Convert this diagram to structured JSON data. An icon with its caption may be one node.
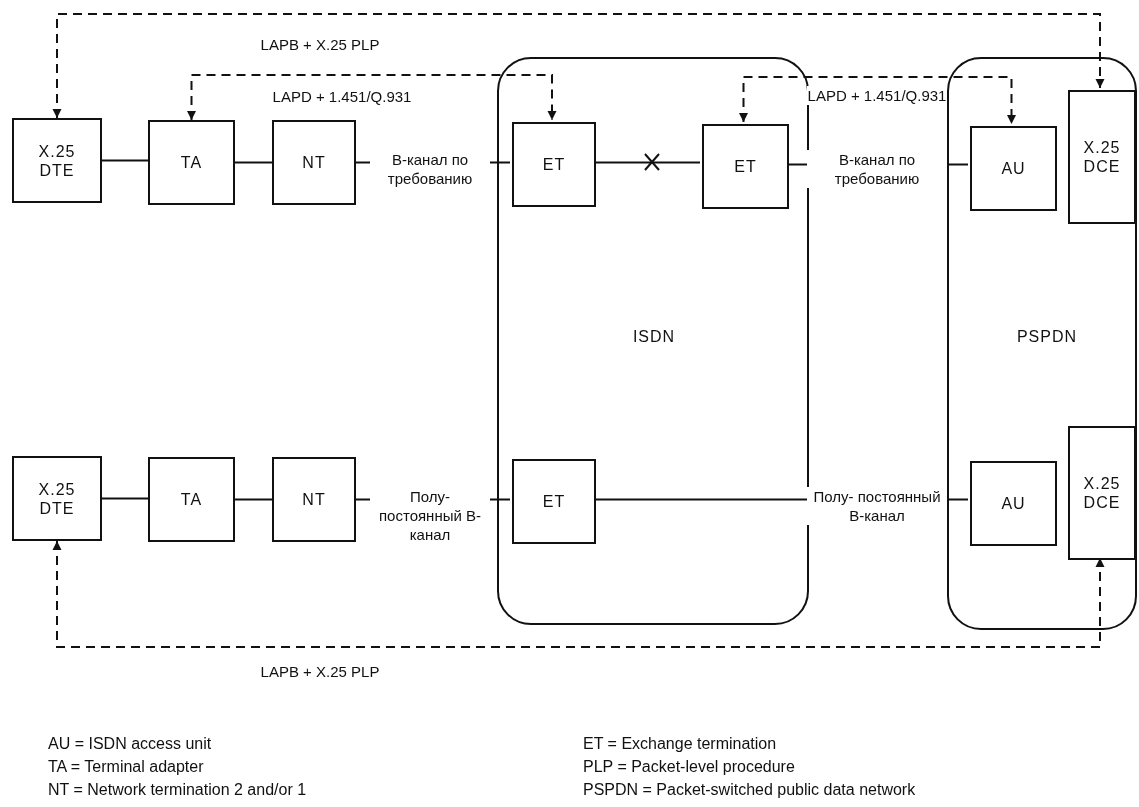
{
  "diagram": {
    "nodes": [
      {
        "text": [
          "ISDN"
        ]
      },
      {
        "text": [
          "PSPDN"
        ]
      },
      {
        "text": [
          "X.25 DTE"
        ]
      },
      {
        "text": [
          "TA"
        ]
      },
      {
        "text": [
          "NT"
        ]
      },
      {
        "text": [
          "ET"
        ],
        "in": 0
      },
      {
        "text": [
          "ET"
        ],
        "in": 0
      },
      {
        "text": [
          "AU"
        ],
        "in": 1
      },
      {
        "text": [
          "X.25 DCE"
        ],
        "in": 1
      },
      {
        "text": [
          "X.25 DTE"
        ]
      },
      {
        "text": [
          "TA"
        ]
      },
      {
        "text": [
          "NT"
        ]
      },
      {
        "text": [
          "ET"
        ],
        "in": 0
      },
      {
        "text": [
          "AU"
        ],
        "in": 1
      },
      {
        "text": [
          "X.25 DCE"
        ],
        "in": 1
      }
    ],
    "edges": [
      {
        "from": 2,
        "to": 8,
        "arrow": "both",
        "style": "dashed",
        "label": "LAPB + X.25 PLP"
      },
      {
        "from": 3,
        "to": 5,
        "arrow": "both",
        "style": "dashed",
        "label": "LAPD + 1.451/Q.931"
      },
      {
        "from": 6,
        "to": 7,
        "arrow": "both",
        "style": "dashed",
        "label": "LAPD + 1.451/Q.931"
      },
      {
        "from": 2,
        "to": 3,
        "arrow": "none"
      },
      {
        "from": 3,
        "to": 4,
        "arrow": "none"
      },
      {
        "from": 4,
        "to": 5,
        "arrow": "none",
        "label": "В-канал по требованию"
      },
      {
        "from": 5,
        "to": 6,
        "arrow": "none"
      },
      {
        "from": 6,
        "to": 7,
        "arrow": "none",
        "label": "В-канал по требованию"
      },
      {
        "from": 9,
        "to": 10,
        "arrow": "none"
      },
      {
        "from": 10,
        "to": 11,
        "arrow": "none"
      },
      {
        "from": 11,
        "to": 12,
        "arrow": "none",
        "label": "Полу- постоянный В-канал"
      },
      {
        "from": 12,
        "to": 13,
        "arrow": "none",
        "label": "Полу- постоянный В-канал"
      },
      {
        "from": 9,
        "to": 14,
        "arrow": "both",
        "style": "dashed",
        "label": "LAPB + X.25 PLP"
      }
    ],
    "labels": [
      "AU = ISDN access unit",
      "TA = Terminal adapter",
      "NT = Network termination 2 and/or 1",
      "ET = Exchange termination",
      "PLP = Packet-level procedure",
      "PSPDN = Packet-switched public data network"
    ]
  }
}
